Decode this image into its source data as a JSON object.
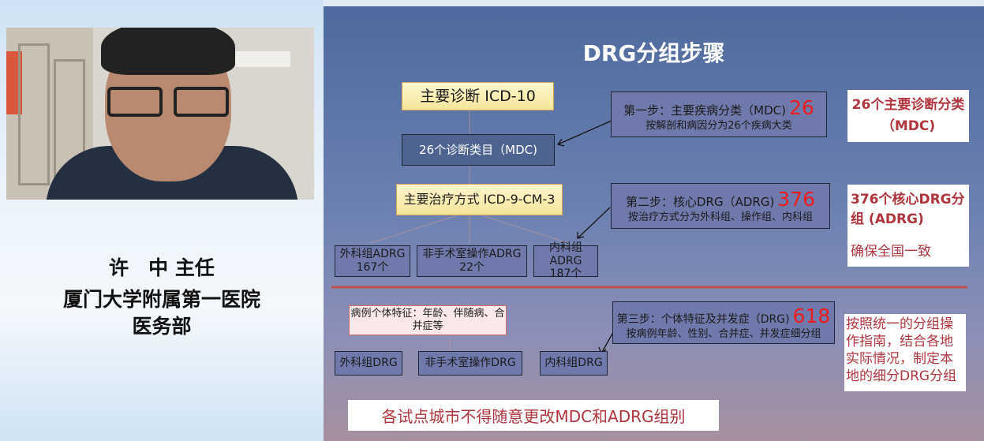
{
  "speaker": {
    "name": "许　中 主任",
    "hospital": "厦门大学附属第一医院",
    "department": "医务部"
  },
  "slide": {
    "title": "DRG分组步骤",
    "main_diagnosis": "主要诊断 ICD-10",
    "mdc_box": "26个诊断类目（MDC)",
    "main_treatment": "主要治疗方式 ICD-9-CM-3",
    "adrg_boxes": [
      {
        "label": "外科组ADRG",
        "count": "167个"
      },
      {
        "label": "非手术室操作ADRG",
        "count": "22个"
      },
      {
        "label": "内科组ADRG",
        "count": "187个"
      }
    ],
    "steps": [
      {
        "title": "第一步：主要疾病分类（MDC)",
        "number": "26",
        "desc": "按解剖和病因分为26个疾病大类"
      },
      {
        "title": "第二步：核心DRG（ADRG)",
        "number": "376",
        "desc": "按治疗方式分为外科组、操作组、内科组"
      },
      {
        "title": "第三步：个体特征及并发症（DRG)",
        "number": "618",
        "desc": "按病例年龄、性别、合并症、并发症细分组"
      }
    ],
    "features": "病例个体特征：年龄、伴随病、合并症等",
    "drg_boxes": [
      "外科组DRG",
      "非手术室操作DRG",
      "内科组DRG"
    ],
    "notes": {
      "mdc": "26个主要诊断分类（MDC)",
      "adrg": "376个核心DRG分组 (ADRG)",
      "adrg_sub": "确保全国一致",
      "drg": "按照统一的分组操作指南，结合各地实际情况，制定本地的细分DRG分组"
    },
    "footer": "各试点城市不得随意更改MDC和ADRG组别"
  }
}
